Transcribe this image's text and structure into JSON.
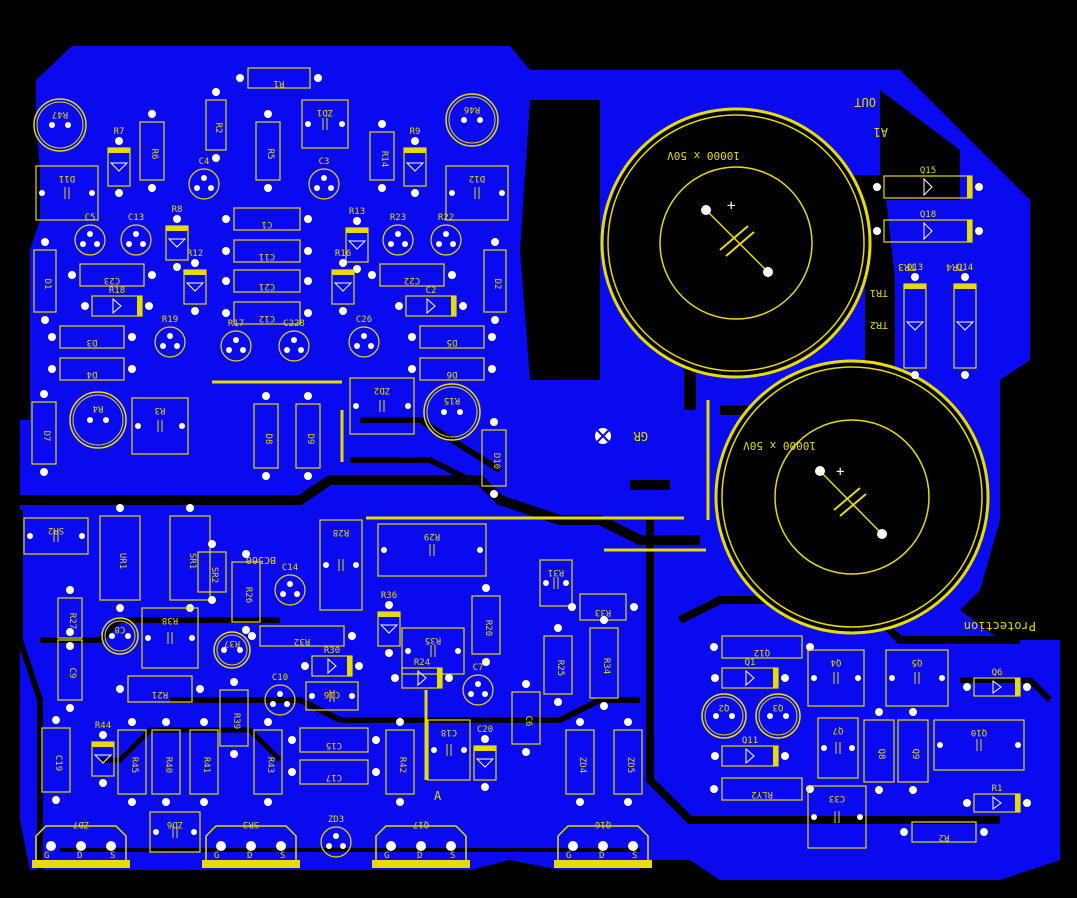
{
  "colors": {
    "background": "#000000",
    "copper": "#0a0af0",
    "silkscreen": "#e6dc00",
    "pad": "#ffffff"
  },
  "caps_big": [
    {
      "label": "10000 x 50V"
    },
    {
      "label": "10000 x 50V"
    }
  ],
  "labels": {
    "out": "OUT",
    "a1": "A1",
    "gr": "GR",
    "protection": "Protection",
    "a": "A",
    "tr3": "TR3",
    "tr4": "TR4",
    "tr1": "TR1",
    "tr2": "TR2",
    "bc560": "BC560"
  },
  "refdes": [
    "R1",
    "R2",
    "R5",
    "R6",
    "R14",
    "C1",
    "C11",
    "C21",
    "C12",
    "C23",
    "C22",
    "D1",
    "D2",
    "D3",
    "D4",
    "D5",
    "D6",
    "D7",
    "D8",
    "D9",
    "D10",
    "D11",
    "D12",
    "ZD1",
    "ZD2",
    "R3",
    "R47",
    "R46",
    "R4",
    "R15",
    "R7",
    "R9",
    "R8",
    "R13",
    "R12",
    "R16",
    "R18",
    "C2",
    "C4",
    "C3",
    "C5",
    "C13",
    "R23",
    "R22",
    "R19",
    "R17",
    "C228",
    "C26",
    "SR2",
    "UR1",
    "SR1",
    "SR2",
    "R26",
    "C14",
    "R28",
    "R29",
    "R31",
    "R27",
    "C9",
    "R20",
    "R33",
    "R34",
    "C8",
    "R37",
    "R38",
    "R32",
    "R36",
    "R35",
    "R30",
    "R24",
    "R25",
    "R21",
    "R39",
    "C16",
    "C6",
    "C7",
    "C10",
    "C15",
    "C17",
    "C18",
    "C20",
    "C19",
    "R44",
    "R45",
    "R40",
    "R41",
    "R43",
    "R42",
    "ZD4",
    "ZD5",
    "ZD6",
    "ZD3",
    "ZD7",
    "SR3",
    "Q17",
    "Q16",
    "Q15",
    "Q18",
    "Q13",
    "Q14",
    "Q12",
    "Q1",
    "Q2",
    "Q3",
    "Q4",
    "Q5",
    "Q6",
    "Q7",
    "Q8",
    "Q9",
    "Q10",
    "Q11",
    "RLY2",
    "C33"
  ],
  "pin_labels": [
    "G",
    "D",
    "S"
  ]
}
